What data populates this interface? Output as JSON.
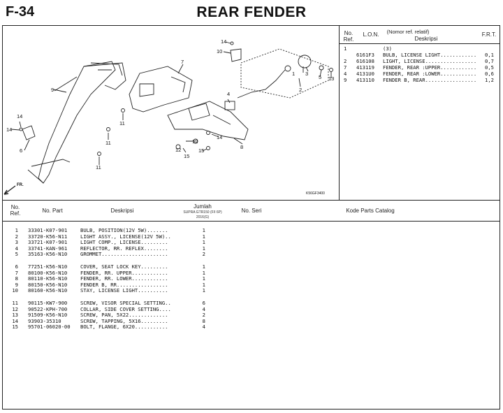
{
  "header": {
    "page_code": "F-34",
    "title": "REAR FENDER"
  },
  "diagram": {
    "callouts": [
      "14",
      "10",
      "7",
      "1",
      "3",
      "5",
      "13",
      "2",
      "9",
      "4",
      "14",
      "14",
      "6",
      "11",
      "11",
      "11",
      "14",
      "12",
      "12",
      "8",
      "15",
      "15"
    ],
    "diagram_code": "K56GF3400",
    "front_label": "FR."
  },
  "catalog_table": {
    "headers": {
      "no_ref": "No. Ref.",
      "lon": "L.O.N.",
      "desc_top": "(Nomor ref. relatif)",
      "desc": "Deskripsi",
      "frt": "F.R.T."
    },
    "rows": [
      {
        "ref": "1",
        "lon": "",
        "desc": "(3)",
        "frt": ""
      },
      {
        "ref": "",
        "lon": "6161F3",
        "desc": "BULB, LICENSE LIGHT............",
        "frt": "0,1"
      },
      {
        "ref": "2",
        "lon": "616108",
        "desc": "LIGHT, LICENSE.................",
        "frt": "0,7"
      },
      {
        "ref": "7",
        "lon": "413119",
        "desc": "FENDER, REAR :UPPER............",
        "frt": "0,5"
      },
      {
        "ref": "4",
        "lon": "4131U0",
        "desc": "FENDER, REAR :LOWER............",
        "frt": "0,6"
      },
      {
        "ref": "9",
        "lon": "413110",
        "desc": "FENDER B, REAR.................",
        "frt": "1,2"
      }
    ]
  },
  "parts_table": {
    "headers": {
      "no_ref": "No. Ref.",
      "no_part": "No. Part",
      "desc": "Deskripsi",
      "jumlah": "Jumlah",
      "model": "SUPRA GTR150 (F/I 6P)",
      "year": "2016(G)",
      "no_seri": "No. Seri",
      "kode": "Kode Parts Catalog"
    },
    "groups": [
      [
        {
          "ref": "1",
          "part": "33301-K07-901",
          "desc": "BULB, POSITION(12V 5W).......",
          "qty": "1"
        },
        {
          "ref": "2",
          "part": "33720-K56-N11",
          "desc": "LIGHT ASSY., LICENSE(12V 5W)..",
          "qty": "1"
        },
        {
          "ref": "3",
          "part": "33721-K07-901",
          "desc": "LIGHT COMP., LICENSE.........",
          "qty": "1"
        },
        {
          "ref": "4",
          "part": "33741-KAN-961",
          "desc": "REFLECTOR, RR. REFLEX........",
          "qty": "1"
        },
        {
          "ref": "5",
          "part": "35163-K56-N10",
          "desc": "GROMMET......................",
          "qty": "2"
        }
      ],
      [
        {
          "ref": "6",
          "part": "77251-K56-N10",
          "desc": "COVER, SEAT LOCK KEY.........",
          "qty": "1"
        },
        {
          "ref": "7",
          "part": "80100-K56-N10",
          "desc": "FENDER, RR. UPPER............",
          "qty": "1"
        },
        {
          "ref": "8",
          "part": "80110-K56-N10",
          "desc": "FENDER, RR. LOWER............",
          "qty": "1"
        },
        {
          "ref": "9",
          "part": "80150-K56-N10",
          "desc": "FENDER B, RR.................",
          "qty": "1"
        },
        {
          "ref": "10",
          "part": "80160-K56-N10",
          "desc": "STAY, LICENSE LIGHT..........",
          "qty": "1"
        }
      ],
      [
        {
          "ref": "11",
          "part": "90115-KW7-900",
          "desc": "SCREW, VISOR SPECIAL SETTING..",
          "qty": "6"
        },
        {
          "ref": "12",
          "part": "90522-KPH-700",
          "desc": "COLLAR, SIDE COVER SETTING....",
          "qty": "4"
        },
        {
          "ref": "13",
          "part": "91509-K56-N10",
          "desc": "SCREW, PAN, 5X22.............",
          "qty": "2"
        },
        {
          "ref": "14",
          "part": "93903-35310",
          "desc": "SCREW, TAPPING, 5X16.........",
          "qty": "8"
        },
        {
          "ref": "15",
          "part": "95701-06020-00",
          "desc": "BOLT, FLANGE, 6X20...........",
          "qty": "4"
        }
      ]
    ]
  }
}
